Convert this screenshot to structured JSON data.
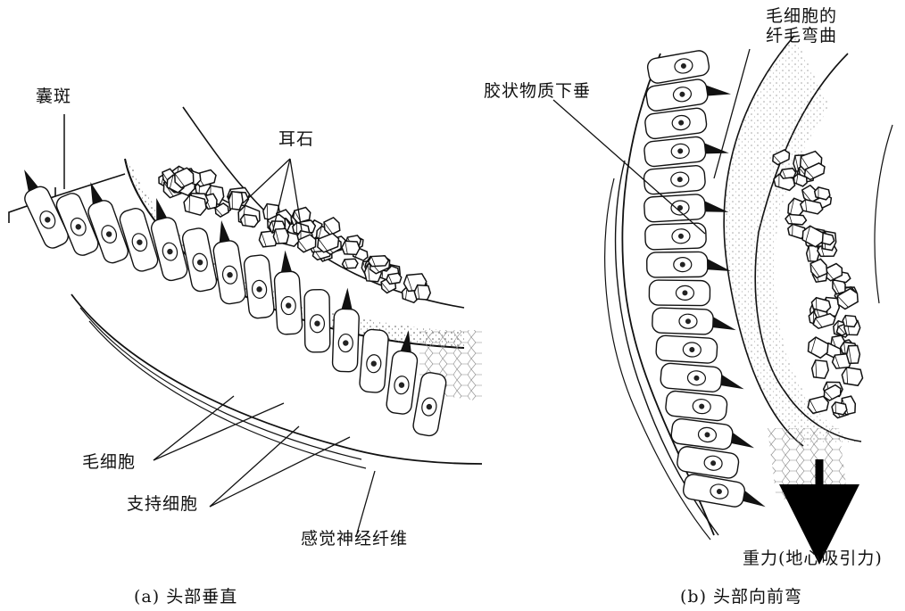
{
  "panel_a": {
    "labels": {
      "macula": "囊斑",
      "otoliths": "耳石",
      "hair_cells": "毛细胞",
      "supporting_cells": "支持细胞",
      "sensory_nerve_fibers": "感觉神经纤维"
    },
    "caption": "(a) 头部垂直"
  },
  "panel_b": {
    "labels": {
      "cilia_bend_line1": "毛细胞的",
      "cilia_bend_line2": "纤毛弯曲",
      "gel_sag": "胶状物质下垂",
      "gravity": "重力(地心吸引力)"
    },
    "caption": "(b) 头部向前弯"
  },
  "colors": {
    "ink": "#111111",
    "paper": "#ffffff",
    "stipple": "#555555"
  }
}
